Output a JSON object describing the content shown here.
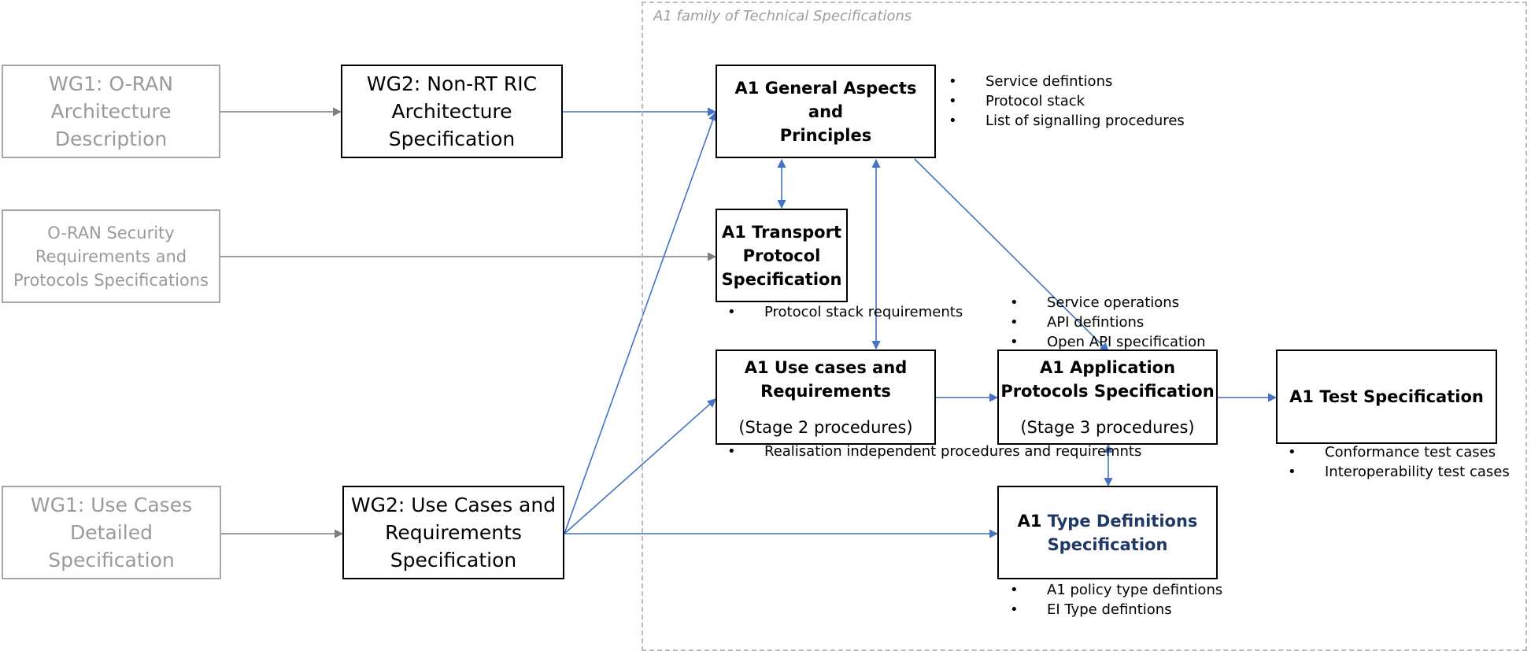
{
  "group": {
    "label": "A1 family of Technical Specifications"
  },
  "wg1_architecture": {
    "lines": [
      "WG1: O-RAN",
      "Architecture",
      "Description"
    ]
  },
  "security_specs": {
    "lines": [
      "O-RAN Security",
      "Requirements and",
      "Protocols Specifications"
    ]
  },
  "wg1_use_cases": {
    "lines": [
      "WG1: Use Cases",
      "Detailed",
      "Specification"
    ]
  },
  "wg2_architecture": {
    "lines": [
      "WG2: Non-RT RIC",
      "Architecture",
      "Specification"
    ]
  },
  "wg2_use_cases": {
    "lines": [
      "WG2: Use Cases and",
      "Requirements",
      "Specification"
    ]
  },
  "general_aspects": {
    "lines": [
      "A1 General Aspects and",
      "Principles"
    ],
    "bullets": [
      "Service defintions",
      "Protocol stack",
      "List of signalling procedures"
    ]
  },
  "transport_protocol": {
    "lines": [
      "A1 Transport",
      "Protocol",
      "Specification"
    ],
    "bullets": [
      "Protocol stack requirements"
    ]
  },
  "use_cases_requirements": {
    "lines": [
      "A1 Use cases and",
      "Requirements"
    ],
    "stage": "(Stage 2 procedures)",
    "bullets": [
      "Realisation independent",
      "procedures and requiremnts"
    ]
  },
  "application_protocols": {
    "lines": [
      "A1 Application",
      "Protocols Specification"
    ],
    "stage": "(Stage 3 procedures)",
    "bullets": [
      "Service operations",
      "API defintions",
      "Open API specification"
    ]
  },
  "test_spec": {
    "lines": [
      "A1 Test Specification"
    ],
    "bullets": [
      "Conformance test cases",
      "Interoperability test cases"
    ]
  },
  "type_definitions": {
    "prefix": "A1",
    "rest": "Type Definitions",
    "line2": "Specification",
    "bullets": [
      "A1 policy type defintions",
      "EI Type defintions"
    ]
  },
  "colors": {
    "arrow_blue": "#4472c4",
    "arrow_gray": "#7f7f7f",
    "frame_gray": "#bdbdbd",
    "navy_text": "#1f3864"
  }
}
